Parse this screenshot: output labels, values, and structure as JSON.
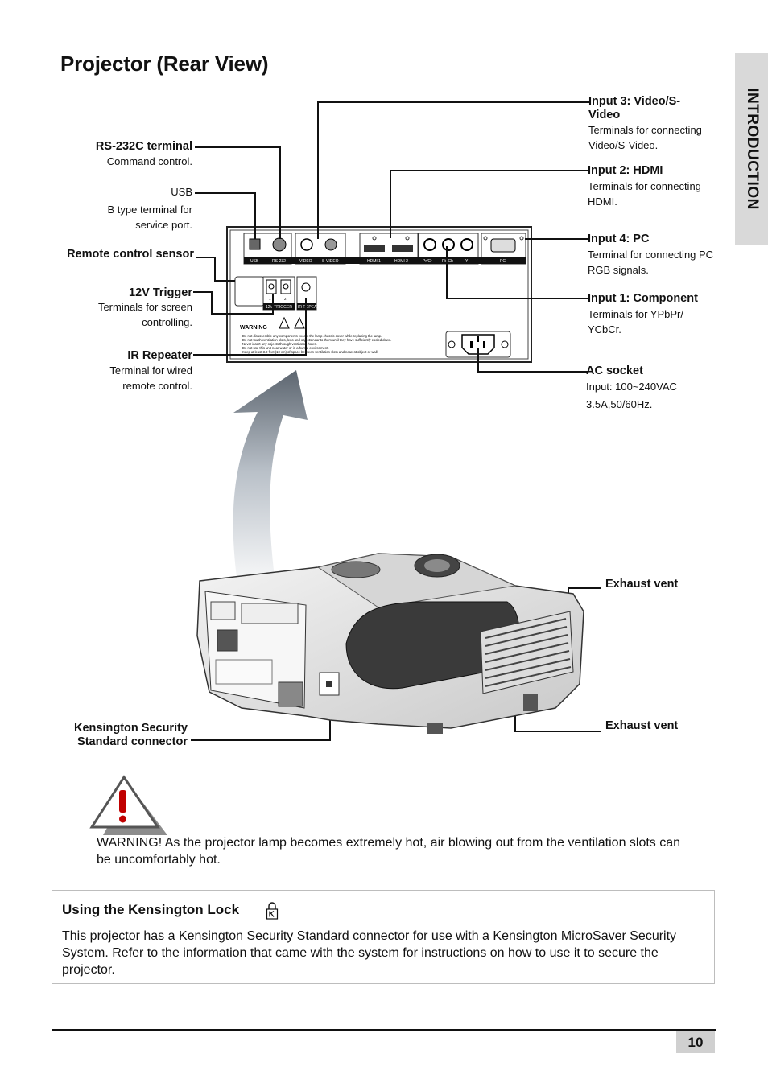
{
  "title": "Projector (Rear View)",
  "side_tab": "INTRODUCTION",
  "labels": {
    "rs232_title": "RS-232C terminal",
    "rs232_desc": "Command control.",
    "usb_title": "USB",
    "usb_desc": "B type terminal for service port.",
    "remote_sensor_title": "Remote control sensor",
    "trigger_title": "12V Trigger",
    "trigger_desc": "Terminals for screen controlling.",
    "ir_title": "IR Repeater",
    "ir_desc": "Terminal for wired remote control.",
    "input3_title": "Input 3: Video/S-Video",
    "input3_desc": "Terminals for connecting Video/S-Video.",
    "input2_title": "Input 2: HDMI",
    "input2_desc": "Terminals for connecting HDMI.",
    "input4_title": "Input 4: PC",
    "input4_desc": "Terminal for connecting PC RGB signals.",
    "input1_title": "Input 1: Component",
    "input1_desc": "Terminals for YPbPr/ YCbCr.",
    "ac_title": "AC socket",
    "ac_desc1": "Input: 100~240VAC",
    "ac_desc2": "3.5A,50/60Hz.",
    "exhaust1": "Exhaust vent",
    "exhaust2": "Exhaust vent",
    "kensington_title": "Kensington Security Standard connector"
  },
  "panel": {
    "ports": [
      "USB",
      "RS-232",
      "VIDEO",
      "S-VIDEO",
      "HDMI 1",
      "HDMI 2",
      "Pr/Cr",
      "Pb/Cb",
      "Y",
      "PC"
    ],
    "trigger_labels": [
      "1",
      "2",
      "12V TRIGGER",
      "IR REPEATER"
    ],
    "warning_heading": "WARNING",
    "warning_lines": [
      "Do not disassemble any components except the lamp chassis cover while replacing the lamp.",
      "Do not touch ventilation slots, lens and objects near to them until they have sufficiently cooled down.",
      "Never insert any objects through ventilation holes.",
      "Do not use this unit near water or in a humid environment.",
      "Keep at least 3.9 feet (10 cm) of space between ventilation slots and nearest object or wall."
    ]
  },
  "warning_text": "WARNING!  As the projector lamp becomes extremely hot, air blowing out from the ventilation slots can be uncomfortably hot.",
  "kensington_box": {
    "title": "Using the Kensington Lock",
    "text": "This projector has a Kensington Security Standard connector for use with a Kensington MicroSaver Security System. Refer to the information that came with the system for instructions on how to use it to secure the projector."
  },
  "page_number": "10"
}
